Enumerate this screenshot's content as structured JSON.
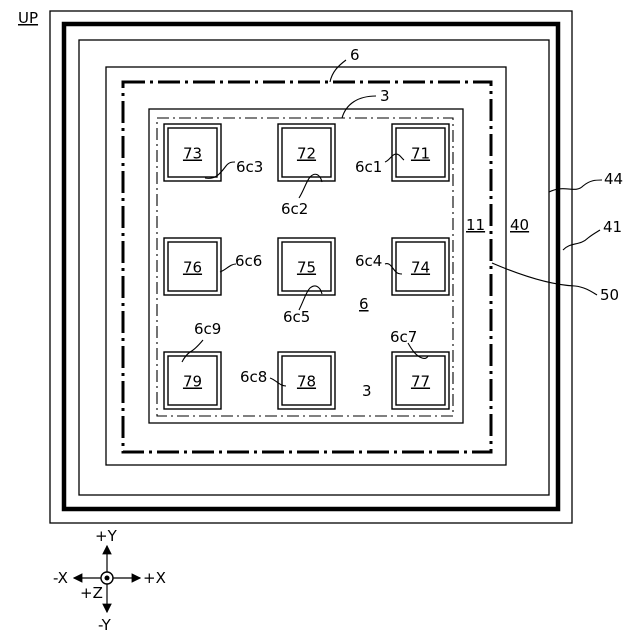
{
  "labels": {
    "up": "UP",
    "l6_top": "6",
    "l3_top": "3",
    "l44": "44",
    "l41": "41",
    "l50": "50",
    "l11": "11",
    "l40": "40",
    "l6_center": "6",
    "l3_bottom": "3"
  },
  "pads": [
    {
      "id": "73",
      "call": "6c3"
    },
    {
      "id": "72",
      "call": "6c2"
    },
    {
      "id": "71",
      "call": "6c1"
    },
    {
      "id": "76",
      "call": "6c6"
    },
    {
      "id": "75",
      "call": "6c5"
    },
    {
      "id": "74",
      "call": "6c4"
    },
    {
      "id": "79",
      "call": "6c9"
    },
    {
      "id": "78",
      "call": "6c8"
    },
    {
      "id": "77",
      "call": "6c7"
    }
  ],
  "axes": {
    "plus_y": "+Y",
    "minus_y": "-Y",
    "plus_x": "+X",
    "minus_x": "-X",
    "plus_z": "+Z"
  }
}
